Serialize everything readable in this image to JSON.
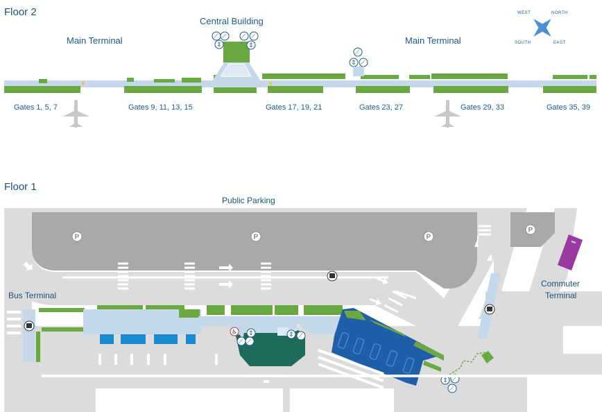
{
  "floors": {
    "floor2": {
      "label": "Floor 2",
      "main_terminal_left": "Main Terminal",
      "main_terminal_right": "Main Terminal",
      "central_building": "Central Building",
      "gates": [
        "Gates 1, 5, 7",
        "Gates 9, 11, 13, 15",
        "Gates 17, 19, 21",
        "Gates 23, 27",
        "Gates 29, 33",
        "Gates 35, 39"
      ]
    },
    "floor1": {
      "label": "Floor 1",
      "public_parking": "Public Parking",
      "bus_terminal": "Bus Terminal",
      "commuter_terminal_line1": "Commuter",
      "commuter_terminal_line2": "Terminal",
      "parking_symbol": "P"
    }
  },
  "compass": {
    "west": "WEST",
    "north": "NORTH",
    "south": "SOUTH",
    "east": "EAST"
  },
  "colors": {
    "gate_green": "#6aa842",
    "concourse_blue": "#c4d8ea",
    "road_gray": "#dcdcdc",
    "parking_gray": "#a9a9a9",
    "dark_green": "#1e6b5a",
    "commuter_blue": "#1f5faa",
    "commuter_purple": "#9a3aa0",
    "brand_blue": "#1f5a8a"
  },
  "icons": [
    "elevator-icon",
    "escalator-icon",
    "restroom-icon",
    "security-icon",
    "bus-icon",
    "airplane-icon",
    "parking-icon",
    "info-icon",
    "compass-icon"
  ]
}
